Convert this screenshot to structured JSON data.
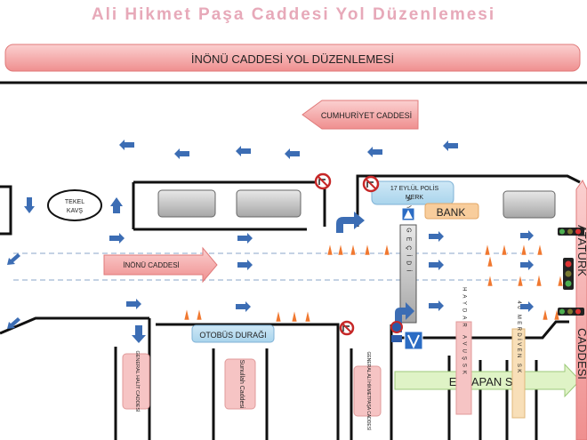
{
  "title": "Ali Hikmet Paşa Caddesi Yol Düzenlemesi",
  "banner": "İNÖNÜ CADDESİ YOL DÜZENLEMESİ",
  "streets": {
    "cumhuriyet": "CUMHURİYET CADDESİ",
    "inonu": "İNÖNÜ CADDESİ",
    "evyapan": "EVYAPAN SK",
    "ataturk_1": "ATATÜRK",
    "ataturk_2": "CADDESİ",
    "general_halit": "GENERAL HALİT CADDESİ",
    "sunullah": "Sunullah Caddesi",
    "general_ali": "GENERAL ALİ HİKMETPAŞA CADDESİ"
  },
  "labels": {
    "tekel_1": "TEKEL",
    "tekel_2": "KAVŞ",
    "police_1": "17 EYLÜL POLİS",
    "police_2": "MERK",
    "bank": "BANK",
    "bus_stop": "OTOBÜS DURAĞI",
    "aya_gecidi": "AYA GEÇİDİ",
    "haydar": "HAYDAR AVUŞSK",
    "merdiven": "40 MERDİVEN SK"
  },
  "colors": {
    "title": "#e7a9b9",
    "banner_fill": "#f29a9a",
    "arrow_blue": "#3c6db4",
    "pink_label": "#f6c4c4",
    "bus_stop": "#bfe0f0",
    "bank": "#f8cd9c",
    "evyapan": "#dff3c6",
    "cone": "#f07830"
  }
}
